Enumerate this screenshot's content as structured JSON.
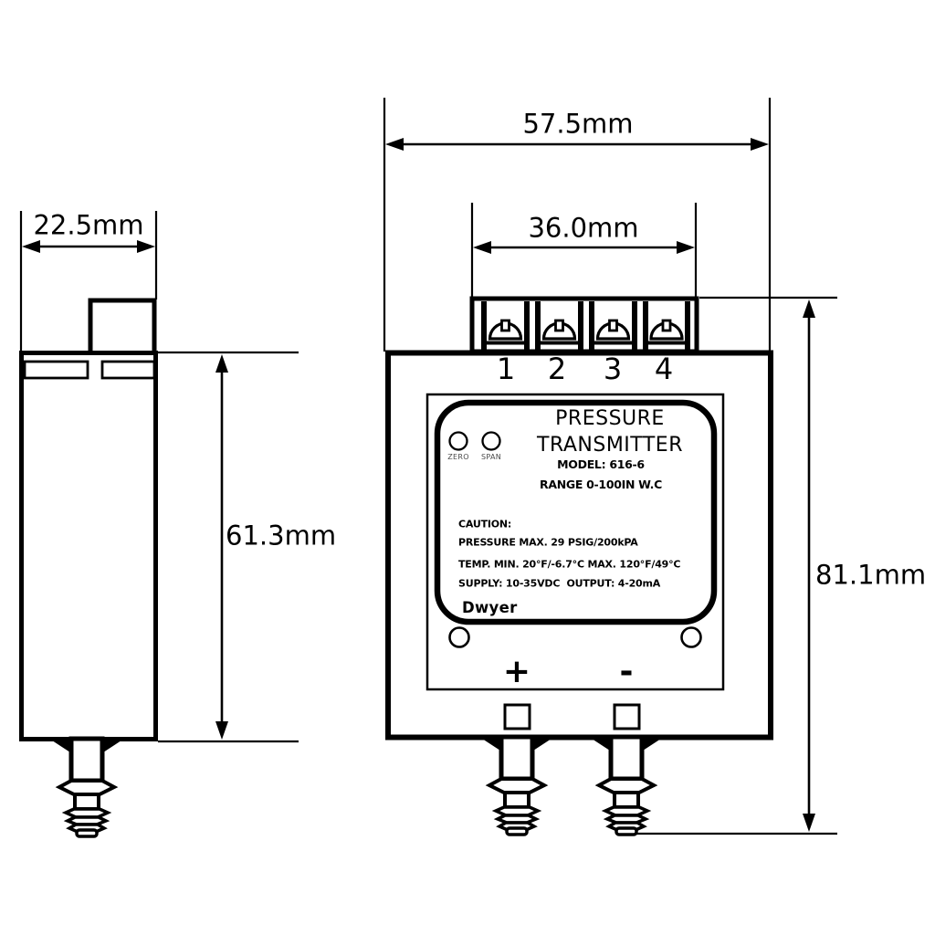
{
  "drawing": {
    "background": "#ffffff",
    "line_color": "#000000",
    "subject": "pressure transmitter dimensional drawing"
  },
  "dimensions": {
    "side_width": "22.5mm",
    "side_height": "61.3mm",
    "front_width": "57.5mm",
    "terminal_width": "36.0mm",
    "front_height": "81.1mm"
  },
  "terminals": {
    "labels": [
      "1",
      "2",
      "3",
      "4"
    ]
  },
  "label": {
    "title_line1": "PRESSURE",
    "title_line2": "TRANSMITTER",
    "model": "MODEL: 616-6",
    "range": "RANGE 0-100IN W.C",
    "caution": "CAUTION:",
    "pressure_max": "PRESSURE MAX. 29 PSIG/200kPA",
    "temp": "TEMP. MIN. 20°F/-6.7°C MAX. 120°F/49°C",
    "supply": "SUPPLY: 10-35VDC  OUTPUT: 4-20mA",
    "brand": "Dwyer",
    "zero": "ZERO",
    "span": "SPAN",
    "plus": "+",
    "minus": "-"
  }
}
